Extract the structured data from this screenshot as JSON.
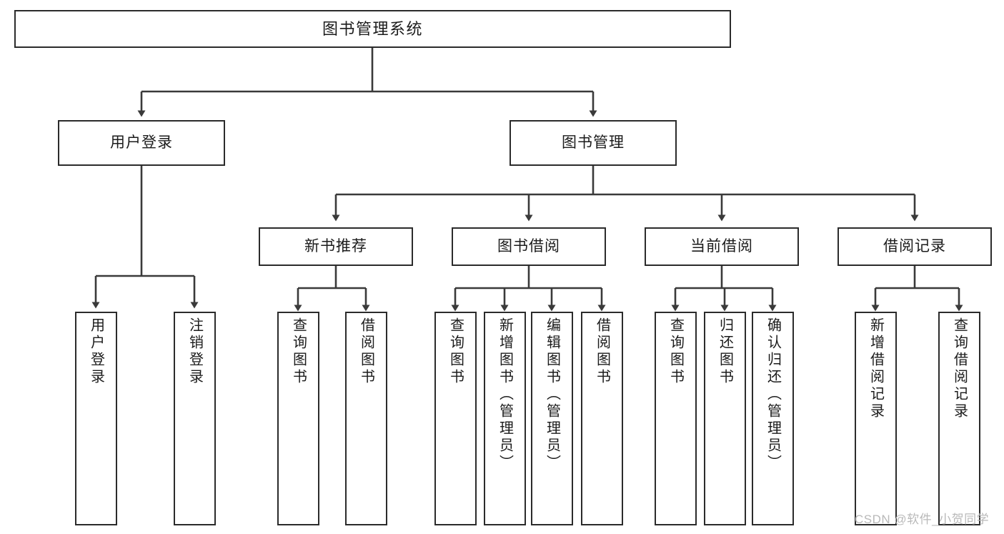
{
  "diagram": {
    "title": "图书管理系统",
    "type": "tree-hierarchy-chart",
    "root": {
      "label": "图书管理系统"
    },
    "level2": [
      {
        "label": "用户登录"
      },
      {
        "label": "图书管理"
      }
    ],
    "level3": [
      {
        "label": "新书推荐"
      },
      {
        "label": "图书借阅"
      },
      {
        "label": "当前借阅"
      },
      {
        "label": "借阅记录"
      }
    ],
    "leaves": {
      "user_login": [
        {
          "label": "用户登录"
        },
        {
          "label": "注销登录"
        }
      ],
      "new_book_recommend": [
        {
          "label": "查询图书"
        },
        {
          "label": "借阅图书"
        }
      ],
      "book_borrow": [
        {
          "label": "查询图书"
        },
        {
          "label": "新增图书（管理员）"
        },
        {
          "label": "编辑图书（管理员）"
        },
        {
          "label": "借阅图书"
        }
      ],
      "current_borrow": [
        {
          "label": "查询图书"
        },
        {
          "label": "归还图书"
        },
        {
          "label": "确认归还（管理员）"
        }
      ],
      "borrow_record": [
        {
          "label": "新增借阅记录"
        },
        {
          "label": "查询借阅记录"
        }
      ]
    }
  },
  "watermark": {
    "text": "CSDN @软件_小贺同学"
  },
  "colors": {
    "box_border": "#2b2b2b",
    "box_fill": "#ffffff",
    "connector": "#3a3a3a",
    "text": "#1b1b1b",
    "watermark": "#b9b9b9"
  }
}
